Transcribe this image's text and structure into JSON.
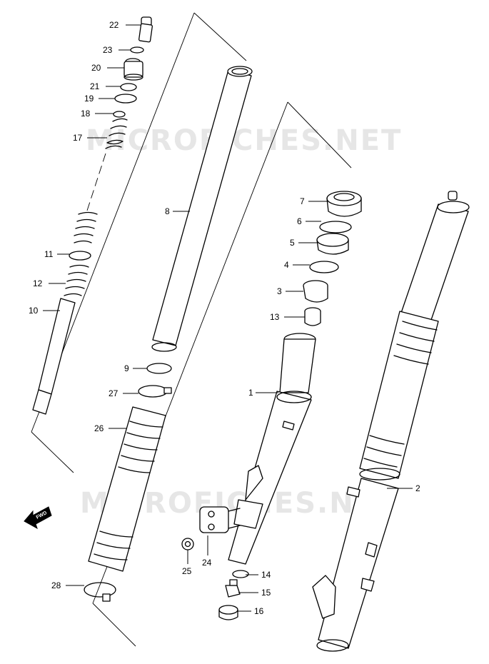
{
  "watermark": "MICROFICHES.NET",
  "fwd_label": "FWD",
  "callouts": {
    "p1": "1",
    "p2": "2",
    "p3": "3",
    "p4": "4",
    "p5": "5",
    "p6": "6",
    "p7": "7",
    "p8": "8",
    "p9": "9",
    "p10": "10",
    "p11": "11",
    "p12": "12",
    "p13": "13",
    "p14": "14",
    "p15": "15",
    "p16": "16",
    "p17": "17",
    "p18": "18",
    "p19": "19",
    "p20": "20",
    "p21": "21",
    "p22": "22",
    "p23": "23",
    "p24": "24",
    "p25": "25",
    "p26": "26",
    "p27": "27",
    "p28": "28"
  }
}
